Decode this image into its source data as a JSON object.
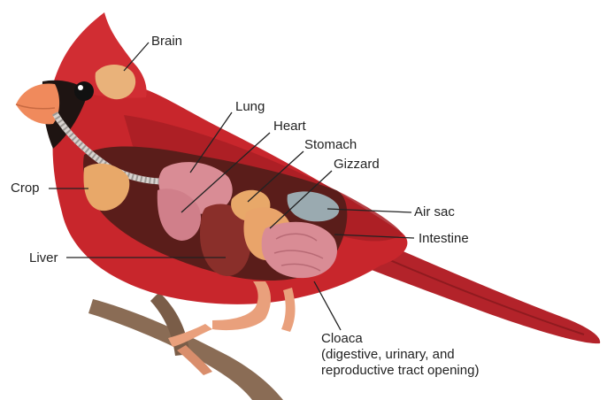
{
  "diagram": {
    "labels": {
      "brain": "Brain",
      "lung": "Lung",
      "heart": "Heart",
      "stomach": "Stomach",
      "gizzard": "Gizzard",
      "crop": "Crop",
      "air_sac": "Air sac",
      "intestine": "Intestine",
      "liver": "Liver",
      "cloaca_title": "Cloaca",
      "cloaca_desc_1": "(digestive, urinary, and",
      "cloaca_desc_2": "reproductive tract opening)"
    },
    "colors": {
      "feather_red": "#c8262c",
      "feather_dark": "#8f1a1f",
      "beak": "#f08a5c",
      "mask": "#1e1412",
      "organ_pink": "#d98c95",
      "organ_tan": "#e8a869",
      "liver": "#8a2f2a",
      "leg": "#e9a07c",
      "branch": "#8a6c55",
      "air_sac": "#9aaab0"
    }
  }
}
